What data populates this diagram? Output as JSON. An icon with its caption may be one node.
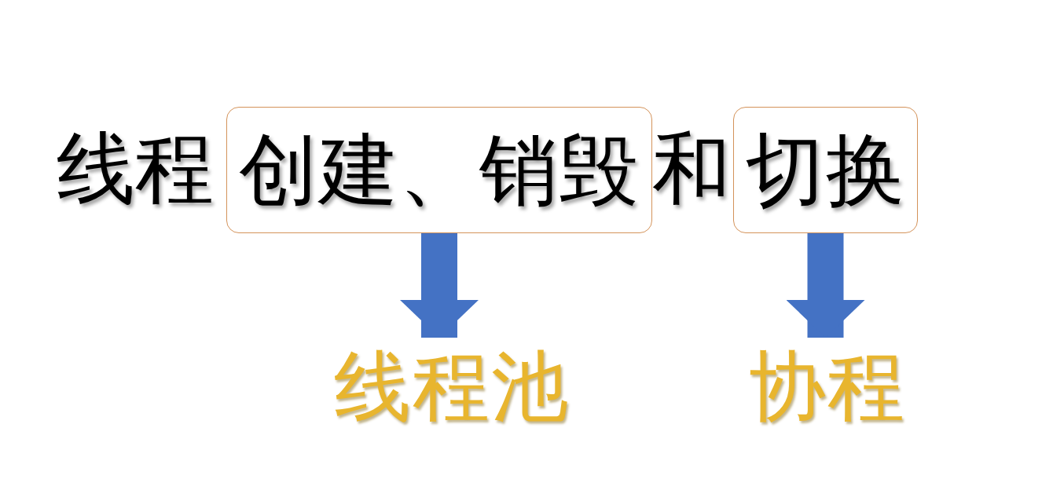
{
  "diagram": {
    "nodes": [
      {
        "text": [
          "创建、销毁"
        ]
      },
      {
        "text": [
          "切换"
        ]
      },
      {
        "text": [
          "线程池"
        ]
      },
      {
        "text": [
          "协程"
        ]
      }
    ],
    "edges": [
      {
        "from": 0,
        "to": 2,
        "arrow": "to"
      },
      {
        "from": 1,
        "to": 3,
        "arrow": "to"
      }
    ],
    "labels": [
      "线程",
      "和"
    ]
  }
}
